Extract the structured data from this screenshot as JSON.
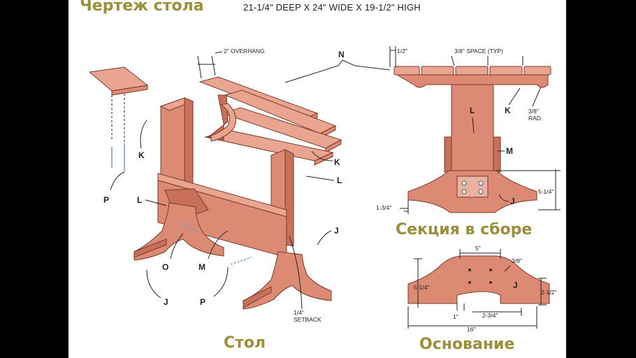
{
  "title_ru": "Чертеж стола",
  "title_dims": "21-1/4\" DEEP X 24\" WIDE X 19-1/2\" HIGH",
  "captions": {
    "table": "Стол",
    "section": "Секция в сборе",
    "base": "Основание"
  },
  "parts": {
    "N": "N",
    "K": "K",
    "L": "L",
    "P": "P",
    "O": "O",
    "M": "M",
    "J": "J"
  },
  "dims": {
    "overhang": "2\" OVERHANG",
    "setback": "1/4\"",
    "setback2": "SETBACK",
    "half": "1/2\"",
    "space": "3/8\" SPACE (TYP)",
    "rad1": "3/8\"",
    "rad2": "RAD.",
    "h514": "5-1/4\"",
    "w134": "1-3/4\"",
    "b5": "5\"",
    "b38": "3/8\"",
    "b514": "5-1/4\"",
    "b212": "2-1/2\"",
    "b1": "1\"",
    "b234": "2-3/4\"",
    "b16": "16\""
  }
}
